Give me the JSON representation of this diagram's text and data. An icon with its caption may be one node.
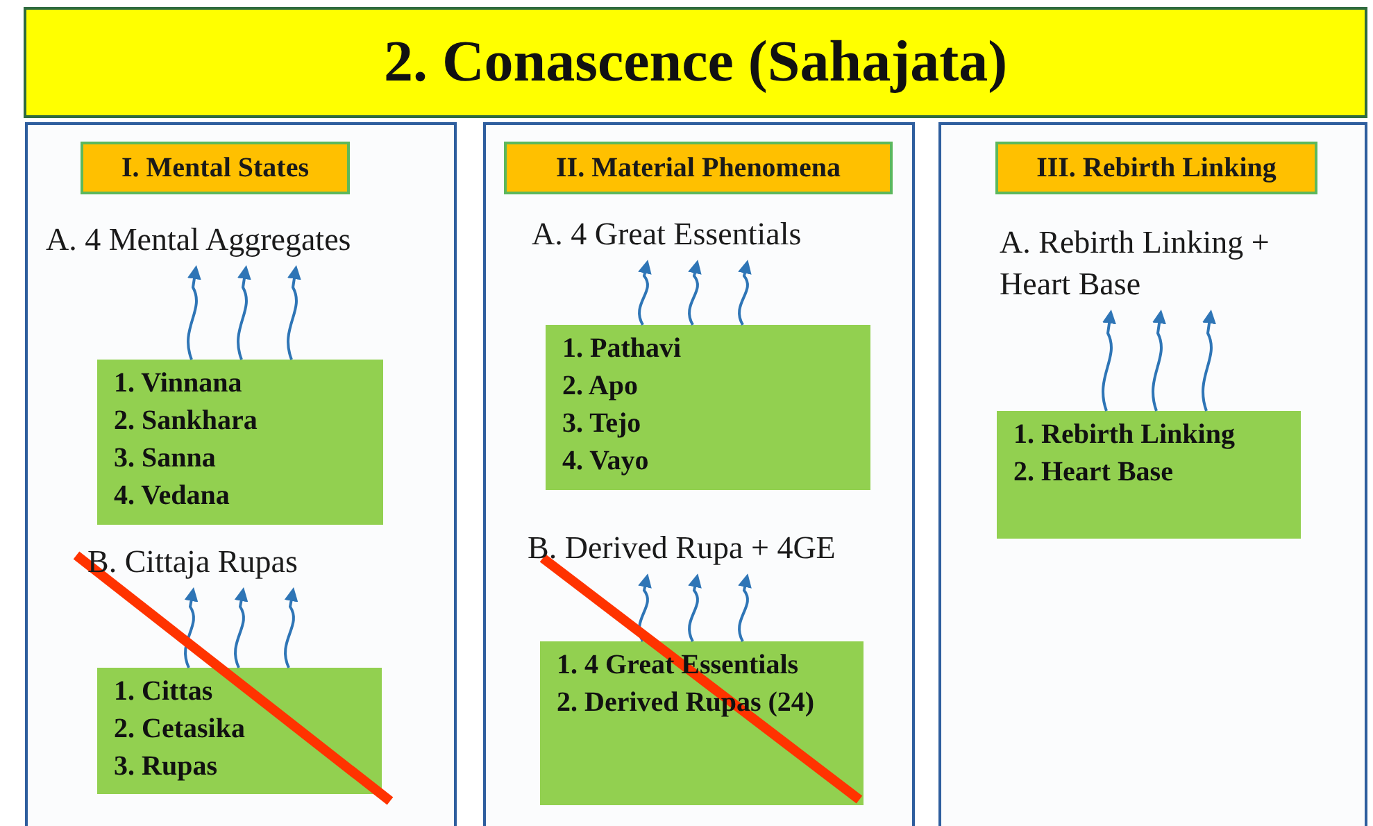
{
  "diagram": {
    "title": "2. Conascence (Sahajata)",
    "nodes": [
      {
        "text": [],
        "shape": "box"
      },
      {
        "text": [
          "I. Mental States"
        ],
        "in": 0
      },
      {
        "text": [
          "A. 4 Mental Aggregates"
        ],
        "in": 0
      },
      {
        "text": [
          "1. Vinnana",
          "2. Sankhara",
          "3. Sanna",
          "4. Vedana"
        ],
        "in": 0
      },
      {
        "text": [
          "B. Cittaja Rupas"
        ],
        "in": 0
      },
      {
        "text": [
          "1. Cittas",
          "2. Cetasika",
          "3. Rupas"
        ],
        "in": 0
      },
      {
        "text": [],
        "shape": "box"
      },
      {
        "text": [
          "II. Material Phenomena"
        ],
        "in": 6
      },
      {
        "text": [
          "A. 4 Great Essentials"
        ],
        "in": 6
      },
      {
        "text": [
          "1. Pathavi",
          "2. Apo",
          "3. Tejo",
          "4. Vayo"
        ],
        "in": 6
      },
      {
        "text": [
          "B. Derived Rupa + 4GE"
        ],
        "in": 6
      },
      {
        "text": [
          "1. 4 Great Essentials",
          "2. Derived Rupas (24)"
        ],
        "in": 6
      },
      {
        "text": [],
        "shape": "box"
      },
      {
        "text": [
          "III. Rebirth Linking"
        ],
        "in": 12
      },
      {
        "text": [
          "A. Rebirth Linking + Heart Base"
        ],
        "in": 12
      },
      {
        "text": [
          "1. Rebirth Linking",
          "2. Heart Base"
        ],
        "in": 12
      }
    ],
    "edges": [
      {
        "from": 3,
        "to": 2,
        "arrow": "to"
      },
      {
        "from": 3,
        "to": 2,
        "arrow": "to"
      },
      {
        "from": 3,
        "to": 2,
        "arrow": "to"
      },
      {
        "from": 5,
        "to": 4,
        "arrow": "to"
      },
      {
        "from": 5,
        "to": 4,
        "arrow": "to"
      },
      {
        "from": 5,
        "to": 4,
        "arrow": "to"
      },
      {
        "from": 9,
        "to": 8,
        "arrow": "to"
      },
      {
        "from": 9,
        "to": 8,
        "arrow": "to"
      },
      {
        "from": 9,
        "to": 8,
        "arrow": "to"
      },
      {
        "from": 11,
        "to": 10,
        "arrow": "to"
      },
      {
        "from": 11,
        "to": 10,
        "arrow": "to"
      },
      {
        "from": 11,
        "to": 10,
        "arrow": "to"
      },
      {
        "from": 15,
        "to": 14,
        "arrow": "to"
      },
      {
        "from": 15,
        "to": 14,
        "arrow": "to"
      },
      {
        "from": 15,
        "to": 14,
        "arrow": "to"
      }
    ]
  }
}
